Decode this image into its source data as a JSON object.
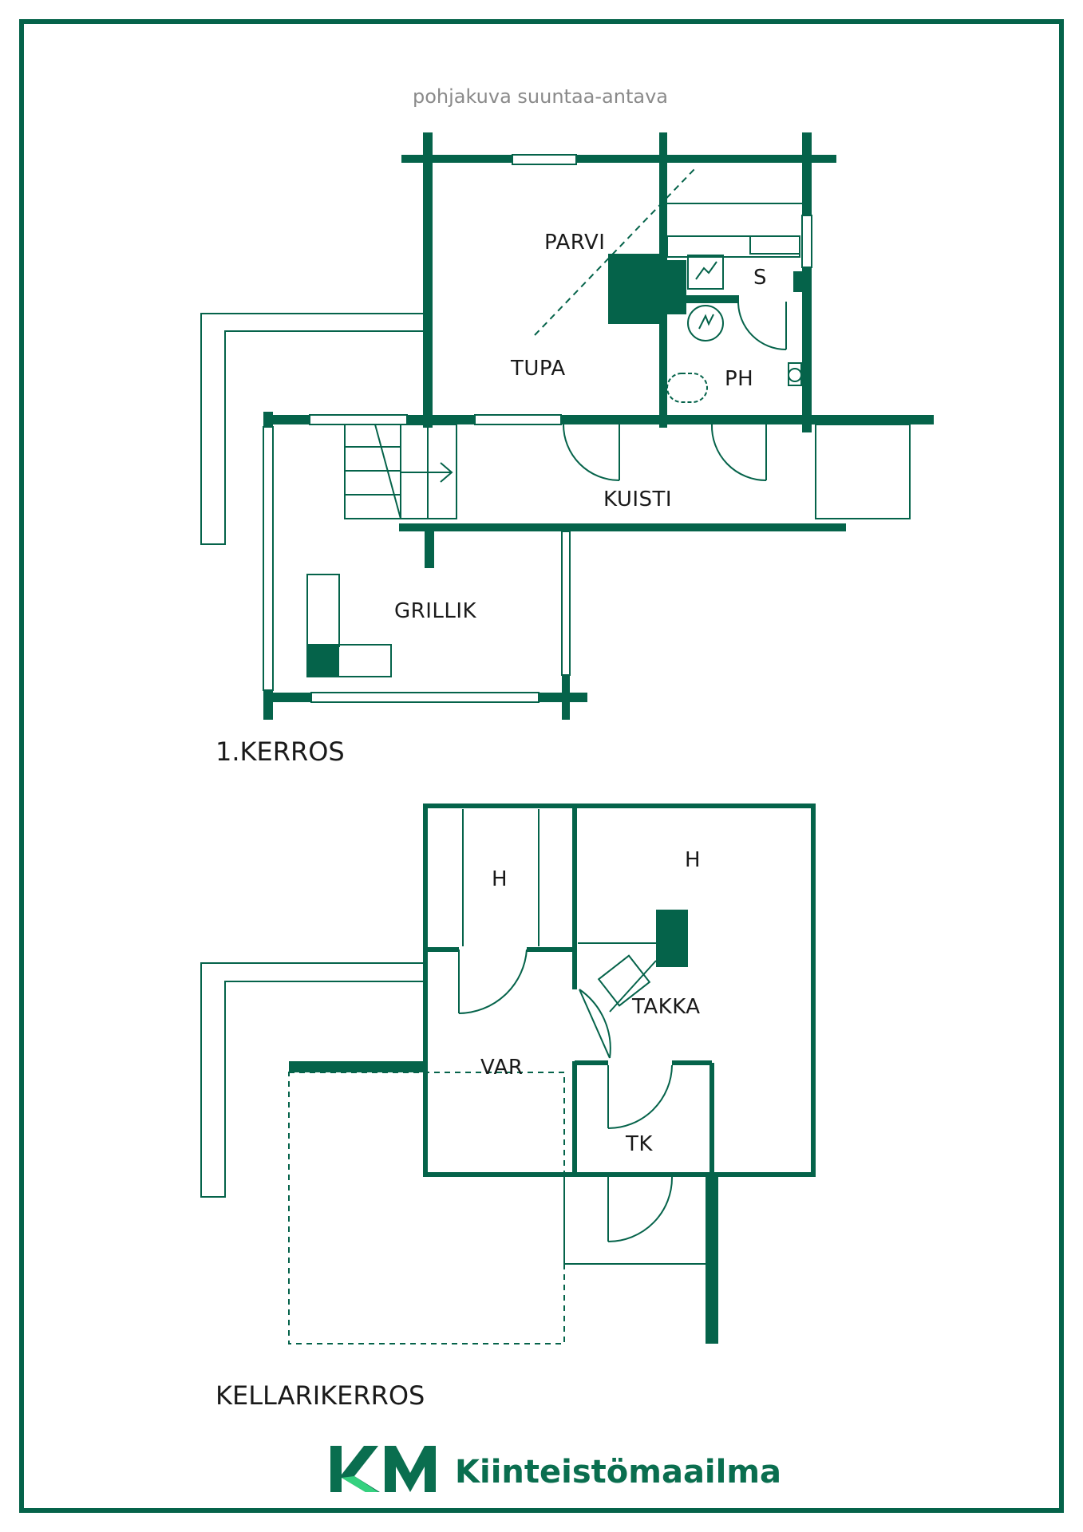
{
  "colors": {
    "wall": "#05634a",
    "thin": "#05634a",
    "brand": "#0a6e4f",
    "brand_accent": "#35d17f",
    "text": "#1a1a1a",
    "note": "#8a8a8a"
  },
  "note": "pohjakuva suuntaa-antava",
  "floor1": {
    "title": "1.KERROS",
    "rooms": {
      "parvi": "PARVI",
      "tupa": "TUPA",
      "s": "S",
      "ph": "PH",
      "kuisti": "KUISTI",
      "grillik": "GRILLIK"
    }
  },
  "basement": {
    "title": "KELLARIKERROS",
    "rooms": {
      "h1": "H",
      "h2": "H",
      "takka": "TAKKA",
      "var": "VAR",
      "tk": "TK"
    }
  },
  "logo": {
    "mark": "KM",
    "name": "Kiinteistömaailma"
  }
}
